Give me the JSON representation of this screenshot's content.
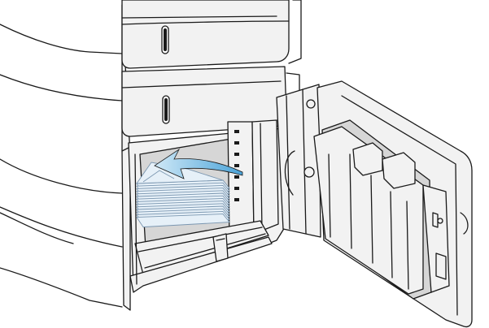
{
  "colors": {
    "line": "#1a1a1a",
    "body_fill": "#f2f2f2",
    "body_shade": "#d6d6d6",
    "paper_fill": "#e6f0f8",
    "paper_line": "#7a96b0",
    "arrow_fill": "#4aa3d8",
    "arrow_light": "#cfe8f7"
  },
  "figure": {
    "components": [
      "printer-body",
      "upper-paper-tray",
      "middle-paper-tray",
      "open-lower-cabinet",
      "envelope-stack",
      "load-direction-arrow",
      "open-side-door"
    ]
  }
}
